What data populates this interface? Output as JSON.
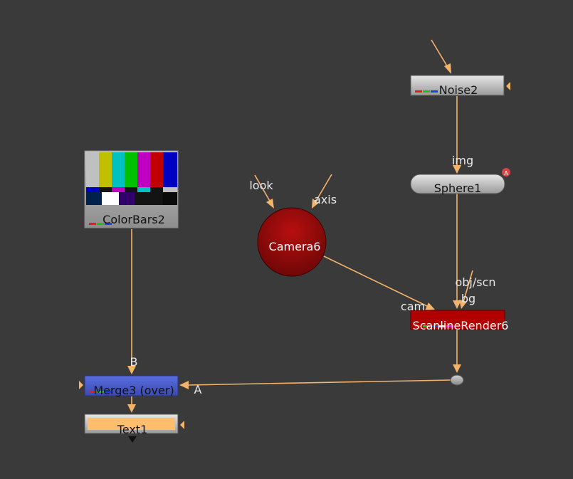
{
  "colors": {
    "background": "#3a3a3a",
    "edge": "#f4b36a",
    "camera": "#9a0c0c",
    "render": "#b00000",
    "merge": "#4a5fc7",
    "text_node": "#ffbe6e",
    "sphere": "#c8c8c8",
    "noise": "#c8c8c8"
  },
  "nodes": {
    "noise": {
      "label": "Noise2"
    },
    "colorbars": {
      "label": "ColorBars2"
    },
    "camera": {
      "label": "Camera6"
    },
    "sphere": {
      "label": "Sphere1",
      "badge": "A"
    },
    "scanline": {
      "label": "ScanlineRender6"
    },
    "merge": {
      "label": "Merge3 (over)"
    },
    "text": {
      "label": "Text1"
    }
  },
  "ports": {
    "camera_look": "look",
    "camera_axis": "axis",
    "sphere_img": "img",
    "scanline_obj": "obj/scn",
    "scanline_bg": "bg",
    "scanline_cam": "cam",
    "merge_b": "B",
    "merge_a": "A"
  }
}
